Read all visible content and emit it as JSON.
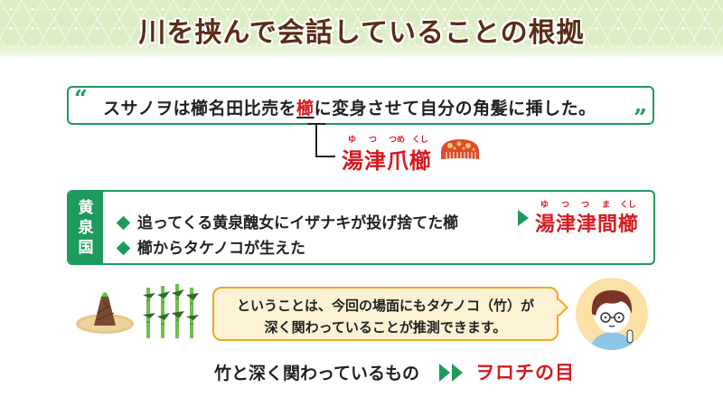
{
  "header": {
    "title": "川を挟んで会話していることの根拠"
  },
  "quote": {
    "open_mark": "“",
    "close_mark": "”",
    "text_before": "スサノヲは櫛名田比売を",
    "highlight": "櫛",
    "text_after": "に変身させて自分の角髪に挿した。"
  },
  "term1": {
    "text": "湯津爪櫛",
    "ruby": [
      "ゆ",
      "つ",
      "つめ",
      "くし"
    ],
    "icon": "comb-icon"
  },
  "yomi": {
    "tag": [
      "黄",
      "泉",
      "国"
    ],
    "items": [
      "追ってくる黄泉醜女にイザナキが投げ捨てた櫛",
      "櫛からタケノコが生えた"
    ],
    "result": {
      "text": "湯津津間櫛",
      "ruby": [
        "ゆ",
        "つ",
        "つ",
        "ま",
        "くし"
      ]
    }
  },
  "illustrations": {
    "left": "bamboo-shoot-icon",
    "right": "bamboo-icon",
    "character": "boy-with-glasses-avatar"
  },
  "bubble": {
    "line1": "ということは、今回の場面にもタケノコ（竹）が",
    "line2": "深く関わっていることが推測できます。"
  },
  "conclusion": {
    "label": "竹と深く関わっているもの",
    "answer": "ヲロチの目"
  },
  "colors": {
    "accent_green": "#1f9a5e",
    "highlight_red": "#d71920",
    "title_brown": "#5a2d14",
    "bubble_border": "#f3a623",
    "bubble_fill": "#fdf2d4",
    "header_bg": "#dcecc4"
  }
}
